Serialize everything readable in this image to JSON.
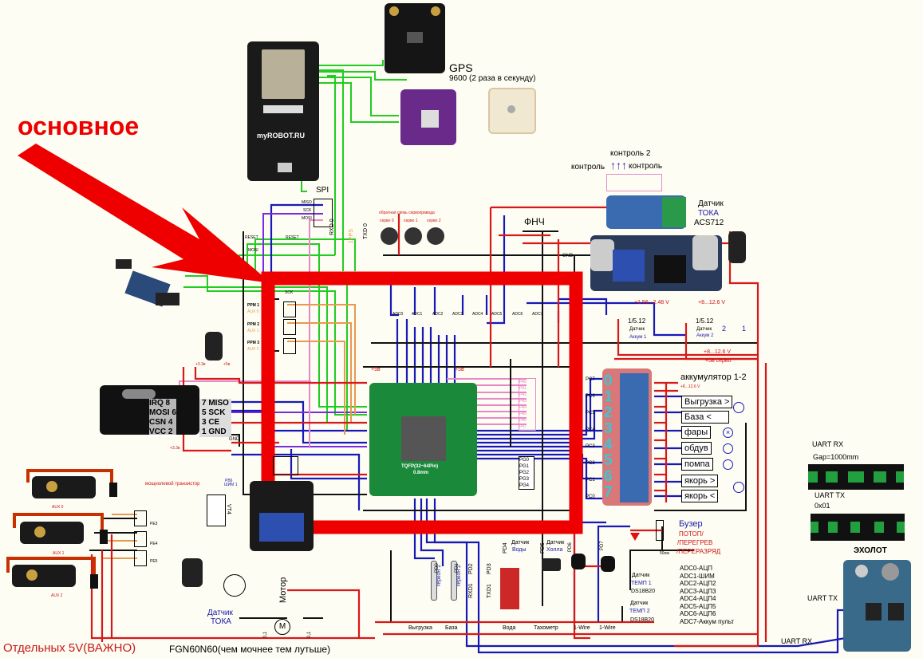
{
  "annotation": {
    "main_label": "основное",
    "arrow_color": "#ee0000",
    "highlight_box_color": "#ee0000"
  },
  "esp32": {
    "brand": "myROBOT.RU"
  },
  "gps": {
    "title": "GPS",
    "baud": "9600 (2 раза в секунду)"
  },
  "control": {
    "left": "контроль",
    "top": "контроль 2",
    "right": "контроль"
  },
  "current_sensor": {
    "line1": "Датчик",
    "line2": "ТОКА",
    "line3": "ACS712"
  },
  "filter_label": "ФНЧ",
  "gnd_label": "GND",
  "spi": {
    "title": "SPI",
    "pins": [
      "MISO",
      "SCK",
      "MOSI"
    ]
  },
  "uart_labels": {
    "rxd0": "RXD 0",
    "txd0": "TXD 0",
    "ppg": "1PPS"
  },
  "servo_feedback": {
    "title": "обратная связь сервопривода",
    "items": [
      "серво 0",
      "серво 1",
      "серво 2"
    ]
  },
  "adc_channels": [
    "ADC0",
    "ADC1",
    "ADC2",
    "ADC3",
    "ADC4",
    "ADC5",
    "ADC6",
    "ADC7"
  ],
  "programmer_pins": {
    "reset": "RESET",
    "mosi": "MOSI",
    "sck": "SCK"
  },
  "ppm": [
    {
      "label": "PPM 1",
      "aux": "AUX 0",
      "pin": "PE3"
    },
    {
      "label": "PPM 2",
      "aux": "AUX 1",
      "pin": "PE4"
    },
    {
      "label": "PPM 3",
      "aux": "AUX 2",
      "pin": "PE5"
    }
  ],
  "nrf": {
    "left_pins": [
      "IRQ 8",
      "MOSI 6",
      "CSN 4",
      "VCC 2"
    ],
    "right_pins": [
      "7 MISO",
      "5 SCK",
      "3 CE",
      "1 GND"
    ],
    "gnd": "GND",
    "v33": "+3.3в",
    "v5": "+5в"
  },
  "mcu": {
    "package": "TQFP(32~64Pin)",
    "pitch": "0.8mm",
    "pa_pins": [
      "PA0",
      "PA1",
      "PA2",
      "PA3",
      "PA4",
      "PA5",
      "PA6",
      "PA7"
    ],
    "pg_pins": [
      "PG0",
      "PG1",
      "PG2",
      "PG3",
      "PG4"
    ],
    "pg_vertical": [
      "PG2",
      "PG3",
      "PG4"
    ]
  },
  "power": {
    "buck_out": "+1.56...2.48 V",
    "bat_range": "+8...12.6 V",
    "servo_5v": "+5в серво",
    "plus5": "+5в"
  },
  "battery_sensors": [
    {
      "ratio": "1/5.12",
      "title": "Датчик",
      "name": "Аккум 1"
    },
    {
      "ratio": "1/5.12",
      "title": "Датчик",
      "name": "Аккум 2"
    }
  ],
  "battery_switches": [
    "2",
    "1"
  ],
  "relay": {
    "title": "аккумулятор 1-2",
    "range": "+8...12.6 V",
    "inputs": [
      "PC7",
      "PC6",
      "PC5",
      "PC4",
      "PC3",
      "PC2",
      "PC1",
      "PC0"
    ],
    "numbers": [
      "0",
      "1",
      "2",
      "3",
      "4",
      "5",
      "6",
      "7"
    ],
    "loads": [
      "Выгрузка >",
      "База <",
      "фары",
      "обдув",
      "помпа",
      "якорь >",
      "якорь <"
    ]
  },
  "uart_scope": {
    "rx_label": "UART RX",
    "rx_value": "Gap=1000mm",
    "tx_label": "UART TX",
    "tx_value": "0x01"
  },
  "echo_sounder": {
    "title": "эхолот",
    "uart_tx": "UART TX",
    "uart_rx": "UART RX"
  },
  "buzzer": {
    "title": "Бузер",
    "line1": "ПОТОП/",
    "line2": "/ПЕРЕГРЕВ",
    "line3": "/ПЕРЕРАЗРЯД",
    "resistor": "50ом"
  },
  "adc_legend": [
    "ADC0-АЦП",
    "ADC1-ШИМ",
    "ADC2-АЦП2",
    "ADC3-АЦП3",
    "ADC4-АЦП4",
    "ADC5-АЦП5",
    "ADC6-АЦП6",
    "ADC7-Аккум пульт"
  ],
  "temp_sensors": [
    {
      "title": "Датчик",
      "name": "ТЕМП 1",
      "model": "DS18B20"
    },
    {
      "title": "Датчик",
      "name": "ТЕМП 2",
      "model": "DS18B20"
    }
  ],
  "bottom_sensors": {
    "reed1": "геркон 1",
    "reed2": "геркон 2",
    "reed1_pin": "PD0",
    "reed2_pin": "PD1",
    "rxd1": "RXD1",
    "rxd1_pin": "PD2",
    "txd1": "TXD1",
    "txd1_pin": "PD3",
    "water_pin": "PD4",
    "water_title": "Датчик",
    "water_name": "Воды",
    "hall_pin": "PD5",
    "hall_title": "Датчик",
    "hall_name": "Холла",
    "pd6": "PD6",
    "pd7": "PD7",
    "labels": [
      "Выгрузка",
      "База",
      "Вода",
      "Тахометр",
      "1-Wire",
      "1-Wire"
    ]
  },
  "motor_section": {
    "transistor_note": "мощнолевой транзистор",
    "pwm_pin": "PB6",
    "pwm_label": "ШИМ 1",
    "vt": "VT4",
    "motor": "Мотор",
    "sensor_title": "Датчик",
    "sensor_name": "ТОКА",
    "cap": "0,1",
    "m": "M"
  },
  "servos": [
    "AUX 0",
    "AUX 1",
    "AUX 2"
  ],
  "servo_pins": [
    "PE3",
    "PE4",
    "PE5"
  ],
  "footer": {
    "servo_power": "Отдельных 5V(ВАЖНО)",
    "transistor": "FGN60N60(чем мочнее тем лутьше)"
  }
}
